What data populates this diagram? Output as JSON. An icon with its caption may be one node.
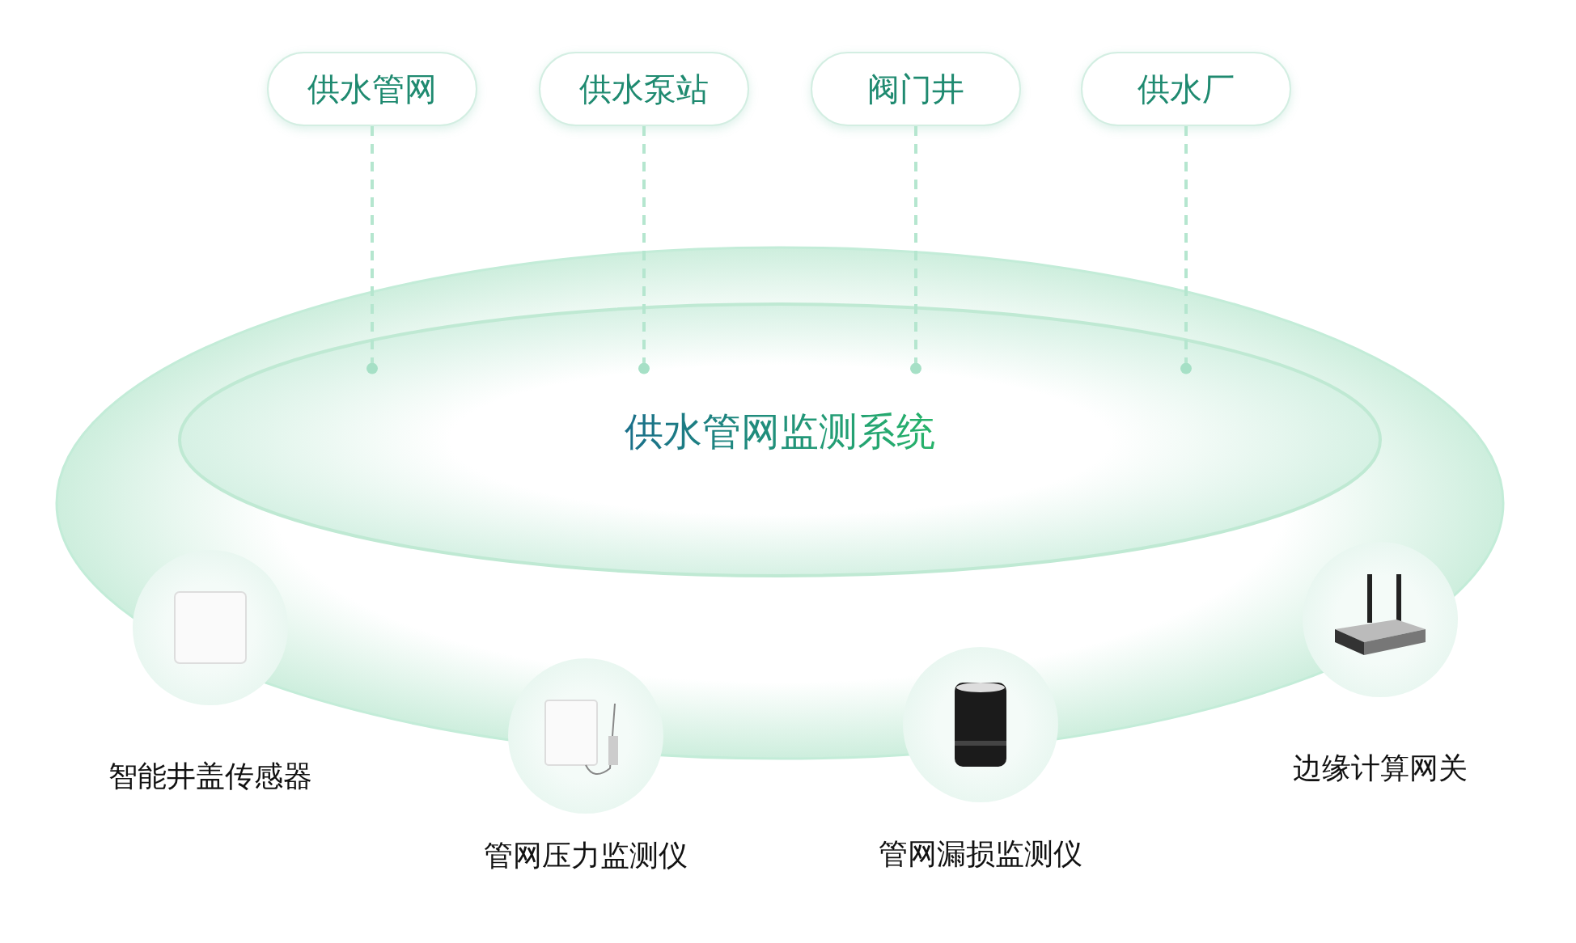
{
  "diagram": {
    "nodes": [
      {
        "text": [
          "供水管网"
        ]
      },
      {
        "text": [
          "供水泵站"
        ]
      },
      {
        "text": [
          "阀门井"
        ]
      },
      {
        "text": [
          "供水厂"
        ]
      },
      {
        "text": [
          "供水管网监测系统"
        ]
      },
      {
        "text": [
          "智能井盖传感器"
        ]
      },
      {
        "text": [
          "管网压力监测仪"
        ]
      },
      {
        "text": [
          "管网漏损监测仪"
        ]
      },
      {
        "text": [
          "边缘计算网关"
        ]
      }
    ],
    "edges": [
      {
        "from": 0,
        "to": 4,
        "arrow": "other",
        "style": "dashed"
      },
      {
        "from": 1,
        "to": 4,
        "arrow": "other",
        "style": "dashed"
      },
      {
        "from": 2,
        "to": 4,
        "arrow": "other",
        "style": "dashed"
      },
      {
        "from": 3,
        "to": 4,
        "arrow": "other",
        "style": "dashed"
      }
    ]
  }
}
